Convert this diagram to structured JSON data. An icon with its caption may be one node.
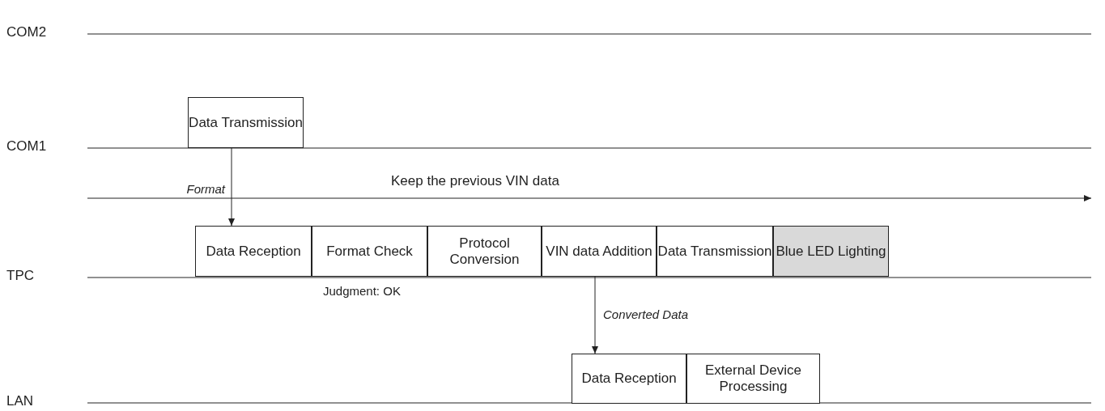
{
  "diagram": {
    "nodes": [
      {
        "text": [
          "Data Transmission"
        ]
      },
      {
        "text": [
          "Data Reception"
        ]
      },
      {
        "text": [
          "Format Check"
        ],
        "beside": [
          "Judgment: OK"
        ]
      },
      {
        "text": [
          "Protocol Conversion"
        ]
      },
      {
        "text": [
          "VIN data Addition"
        ]
      },
      {
        "text": [
          "Data Transmission"
        ]
      },
      {
        "text": [
          "Blue LED Lighting"
        ]
      },
      {
        "text": [
          "Data Reception"
        ]
      },
      {
        "text": [
          "External Device Processing"
        ]
      }
    ],
    "edges": [
      {
        "from": 0,
        "to": 1,
        "arrow": "to",
        "label": "Format"
      },
      {
        "from": 4,
        "to": 7,
        "arrow": "to",
        "label": "Converted Data"
      }
    ],
    "labels": [
      "COM2",
      "COM1",
      "Keep the previous VIN data",
      "TPC",
      "LAN"
    ]
  }
}
